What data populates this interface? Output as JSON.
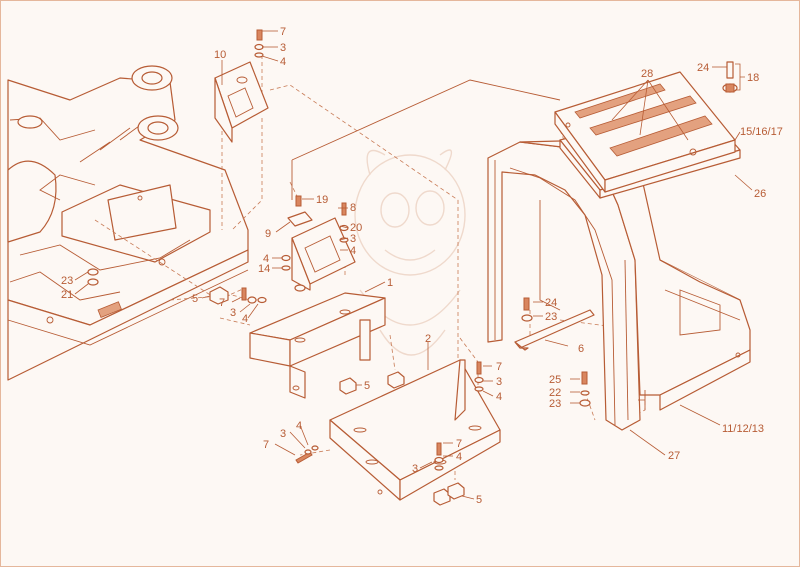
{
  "callouts": {
    "c7a": "7",
    "c3a": "3",
    "c4a": "4",
    "c10": "10",
    "c28": "28",
    "c24a": "24",
    "c18": "18",
    "c15": "15/16/17",
    "c26": "26",
    "c19": "19",
    "c8": "8",
    "c20": "20",
    "c3b": "3",
    "c4b": "4",
    "c9": "9",
    "c4c": "4",
    "c14": "14",
    "c23a": "23",
    "c21": "21",
    "c5a": "5",
    "c7b": "7",
    "c3c": "3",
    "c4d": "4",
    "c1": "1",
    "c24b": "24",
    "c23b": "23",
    "c6": "6",
    "c2": "2",
    "c5b": "5",
    "c7c": "7",
    "c3d": "3",
    "c4e": "4",
    "c25": "25",
    "c22": "22",
    "c23c": "23",
    "c11": "11/12/13",
    "c4f": "4",
    "c3e": "3",
    "c7d": "7",
    "c7e": "7",
    "c4g": "4",
    "c3f": "3",
    "c5c": "5",
    "c27": "27"
  },
  "colors": {
    "line": "#b75c35",
    "fill": "#fdf8f4",
    "accent": "#d9865f"
  }
}
